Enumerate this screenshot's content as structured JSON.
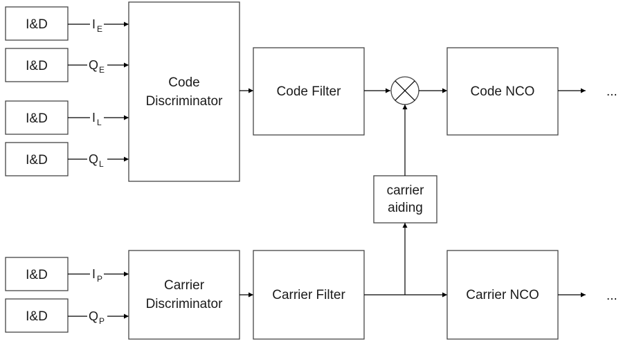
{
  "integrate_dump": {
    "label": "I&D",
    "signals": [
      {
        "main": "I",
        "sub": "E"
      },
      {
        "main": "Q",
        "sub": "E"
      },
      {
        "main": "I",
        "sub": "L"
      },
      {
        "main": "Q",
        "sub": "L"
      },
      {
        "main": "I",
        "sub": "P"
      },
      {
        "main": "Q",
        "sub": "P"
      }
    ]
  },
  "blocks": {
    "code_discriminator": [
      "Code",
      "Discriminator"
    ],
    "code_filter": "Code Filter",
    "code_nco": "Code NCO",
    "carrier_discriminator": [
      "Carrier",
      "Discriminator"
    ],
    "carrier_filter": "Carrier Filter",
    "carrier_nco": "Carrier NCO",
    "carrier_aiding": [
      "carrier",
      "aiding"
    ]
  },
  "continuation": "..."
}
